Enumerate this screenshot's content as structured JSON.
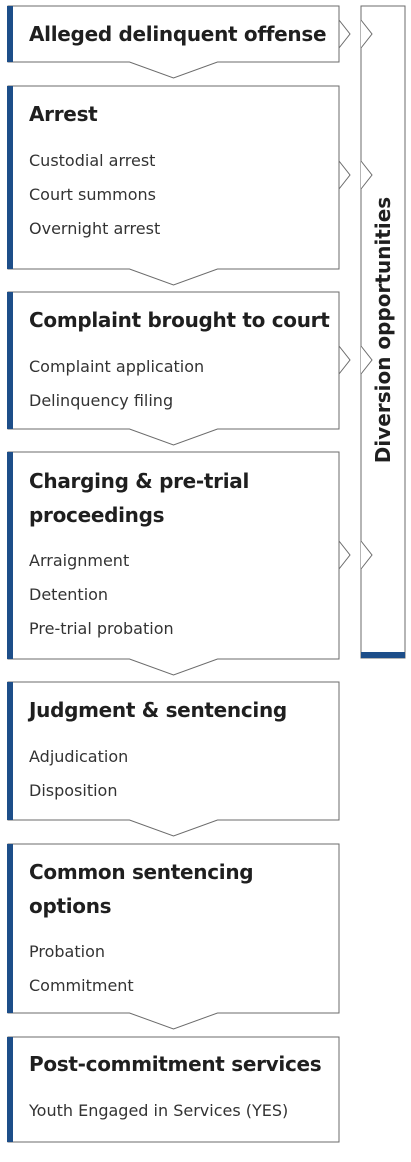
{
  "colors": {
    "accent": "#1d4e89",
    "border": "#6b6b6b",
    "text": "#222222"
  },
  "diversion": {
    "label": "Diversion opportunities"
  },
  "stages": [
    {
      "title": [
        "Alleged delinquent offense"
      ],
      "items": []
    },
    {
      "title": [
        "Arrest"
      ],
      "items": [
        "Custodial arrest",
        "Court summons",
        "Overnight arrest"
      ]
    },
    {
      "title": [
        "Complaint brought to court"
      ],
      "items": [
        "Complaint application",
        "Delinquency filing"
      ]
    },
    {
      "title": [
        "Charging & pre-trial",
        "proceedings"
      ],
      "items": [
        "Arraignment",
        "Detention",
        "Pre-trial probation"
      ]
    },
    {
      "title": [
        "Judgment & sentencing"
      ],
      "items": [
        "Adjudication",
        "Disposition"
      ]
    },
    {
      "title": [
        "Common sentencing",
        "options"
      ],
      "items": [
        "Probation",
        "Commitment"
      ]
    },
    {
      "title": [
        "Post-commitment services"
      ],
      "items": [
        "Youth Engaged in Services (YES)"
      ]
    }
  ]
}
